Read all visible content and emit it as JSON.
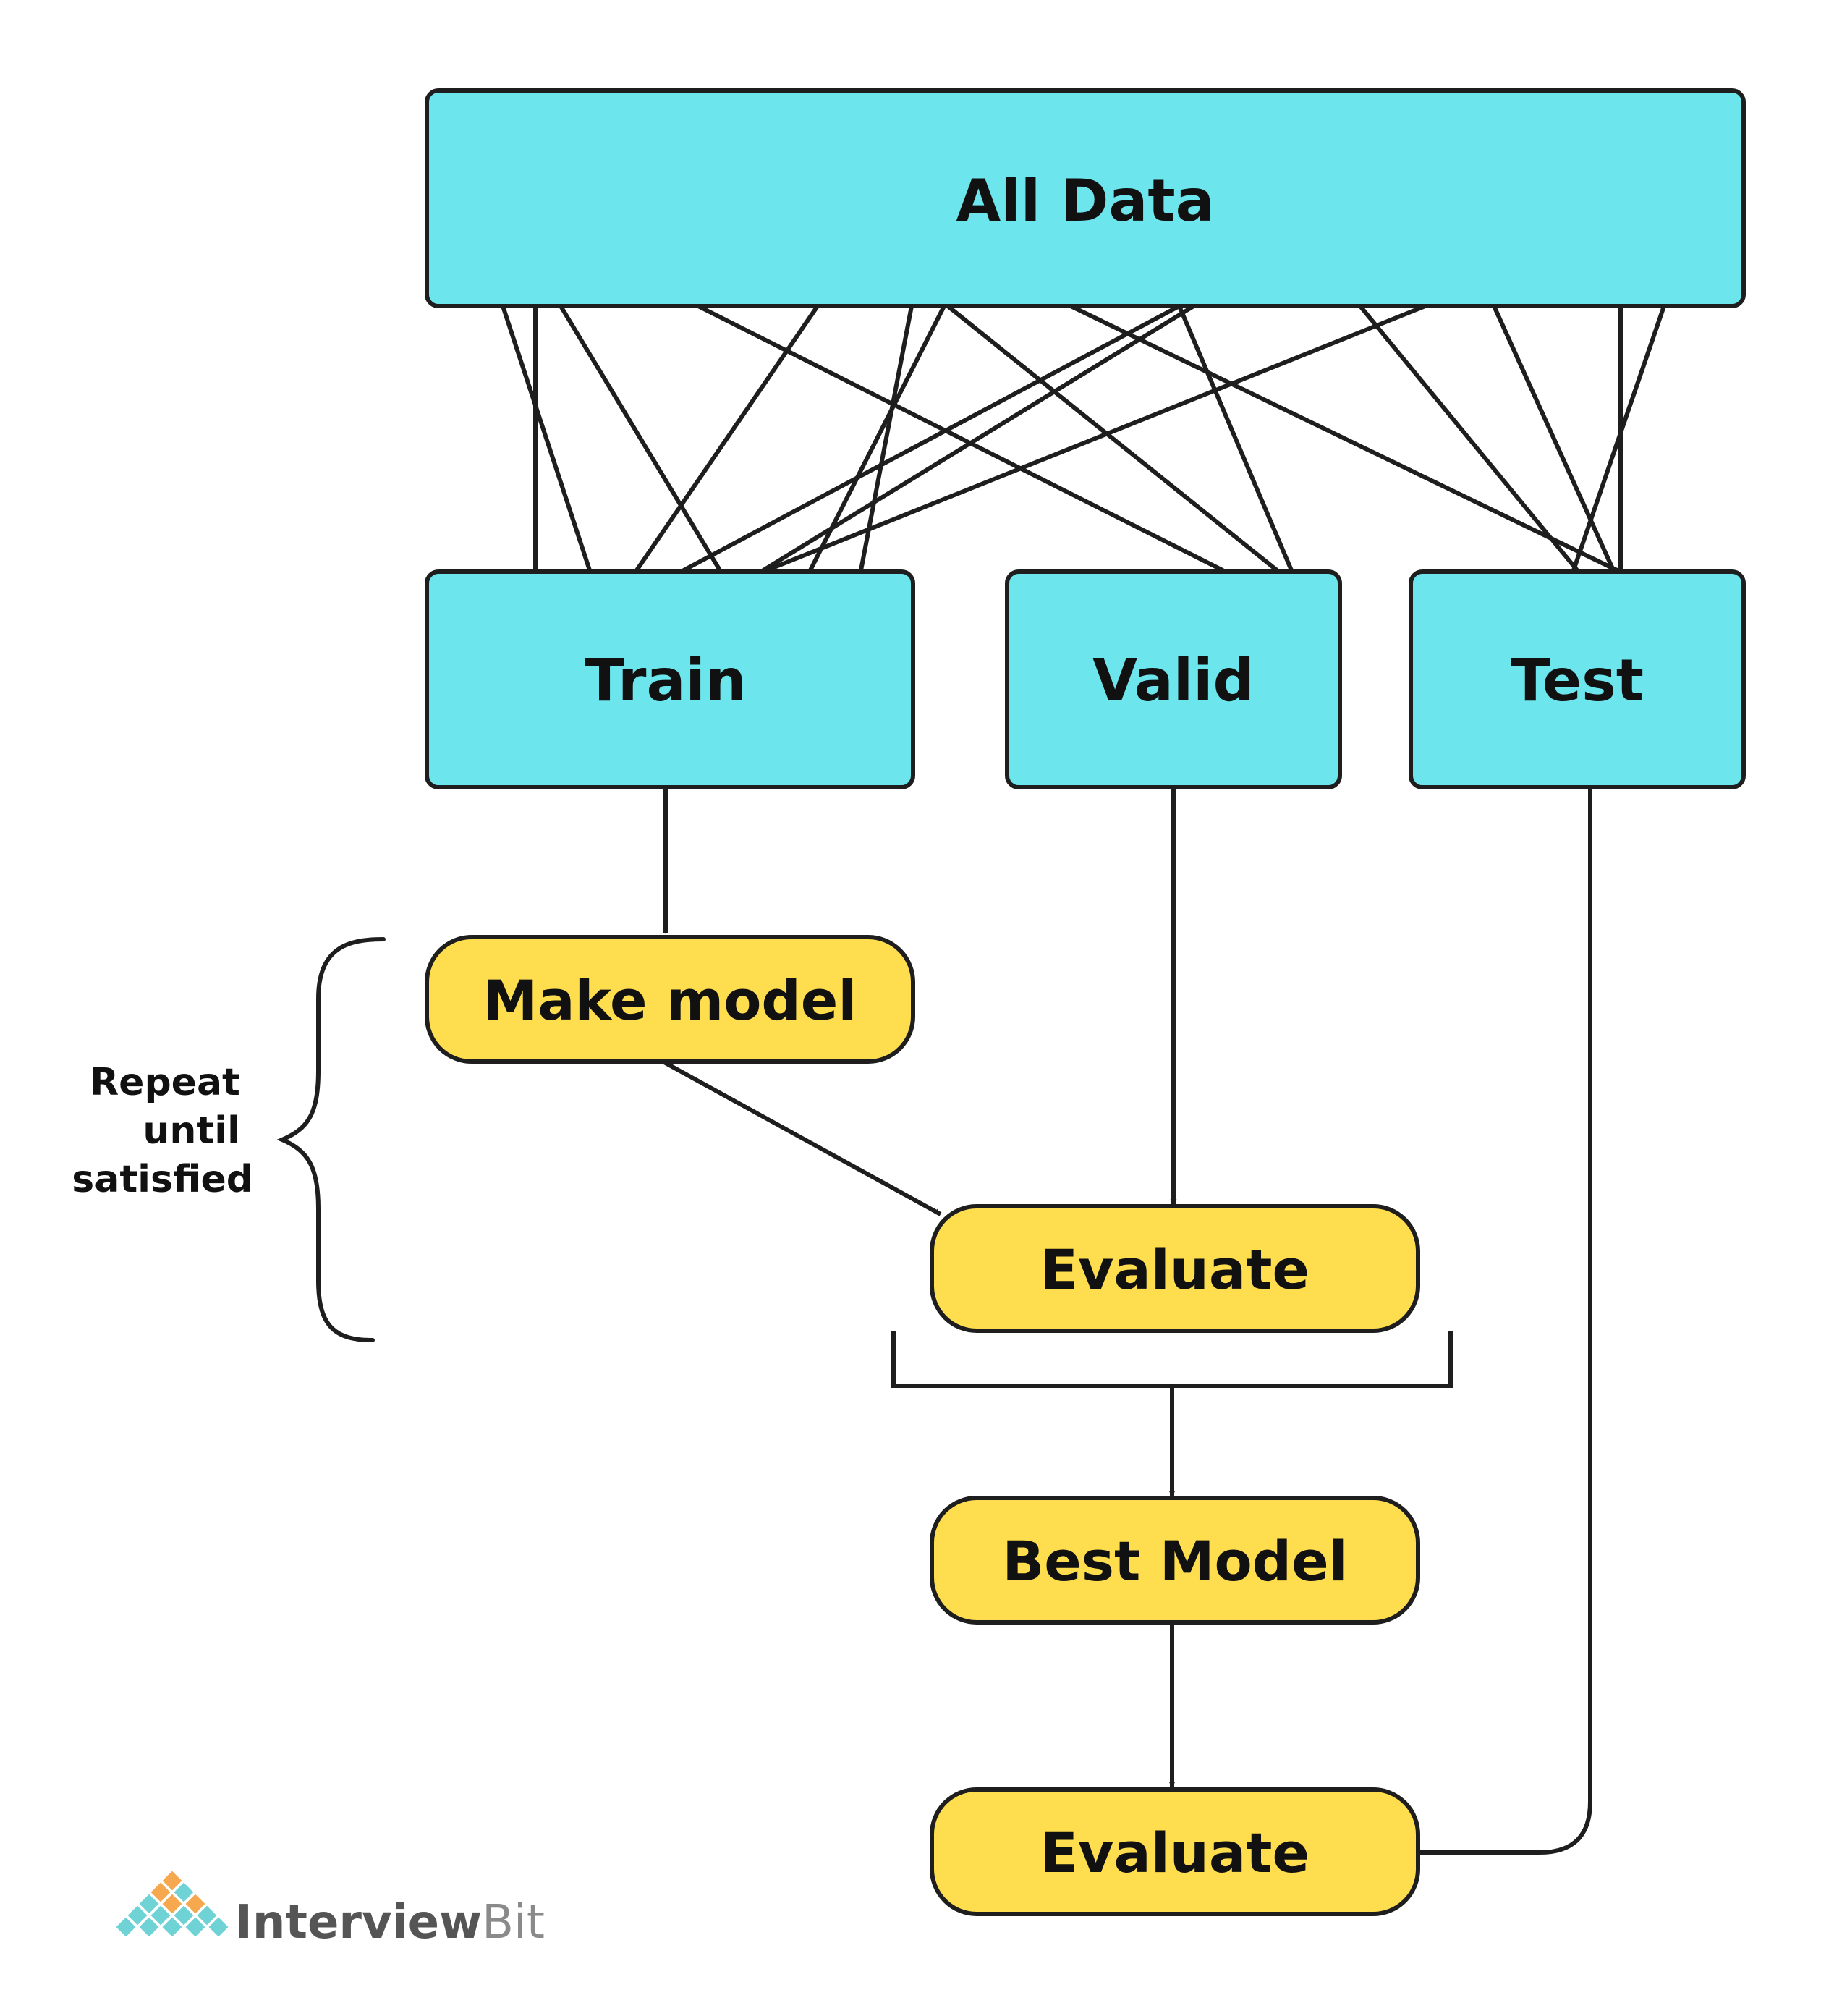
{
  "nodes": {
    "all_data": "All Data",
    "train": "Train",
    "valid": "Valid",
    "test": "Test",
    "make_model": "Make model",
    "evaluate_1": "Evaluate",
    "best_model": "Best Model",
    "evaluate_2": "Evaluate"
  },
  "loop_label": [
    "Repeat",
    "until",
    "satisfied"
  ],
  "brand": {
    "name_part1": "Interview",
    "name_part2": "Bit"
  },
  "colors": {
    "data_box": "#6CE5EC",
    "process_box": "#FEDD4E",
    "stroke": "#1E1E1E",
    "brand_dark": "#555555",
    "brand_light": "#8A8A8A",
    "logo_teal": "#6FD3D6",
    "logo_orange": "#F6A84E"
  }
}
